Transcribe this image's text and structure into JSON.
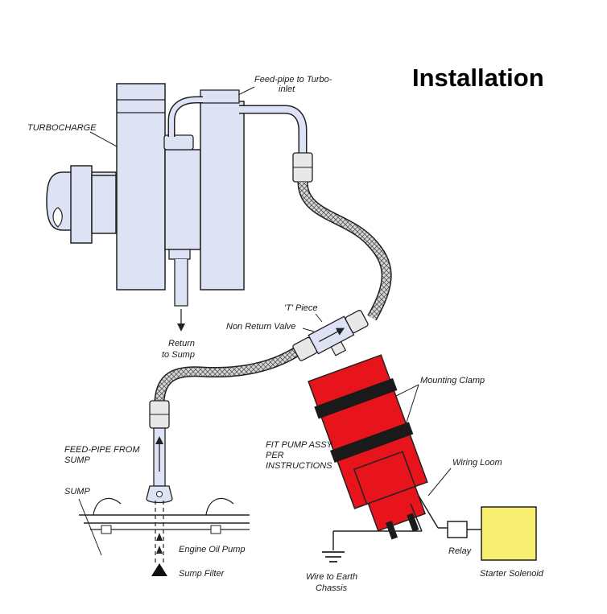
{
  "title": "Installation",
  "labels": {
    "feed_pipe_turbo_1": "Feed-pipe to Turbo-",
    "feed_pipe_turbo_2": "inlet",
    "turbocharger": "TURBOCHARGE",
    "return_1": "Return",
    "return_2": "to Sump",
    "t_piece": "'T' Piece",
    "non_return_valve": "Non Return Valve",
    "mounting_clamp": "Mounting Clamp",
    "fit_pump_1": "FIT PUMP ASSY.",
    "fit_pump_2": "PER",
    "fit_pump_3": "INSTRUCTIONS",
    "wiring_loom": "Wiring Loom",
    "feed_pipe_sump_1": "FEED-PIPE FROM",
    "feed_pipe_sump_2": "SUMP",
    "sump": "SUMP",
    "engine_oil_pump": "Engine Oil Pump",
    "sump_filter": "Sump Filter",
    "wire_earth_1": "Wire to Earth",
    "wire_earth_2": "Chassis",
    "relay": "Relay",
    "starter_solenoid": "Starter Solenoid"
  },
  "colors": {
    "turbo_fill": "#dde3f4",
    "pump_red": "#e8141b",
    "solenoid_yellow": "#f7ee72",
    "line": "#222222"
  }
}
